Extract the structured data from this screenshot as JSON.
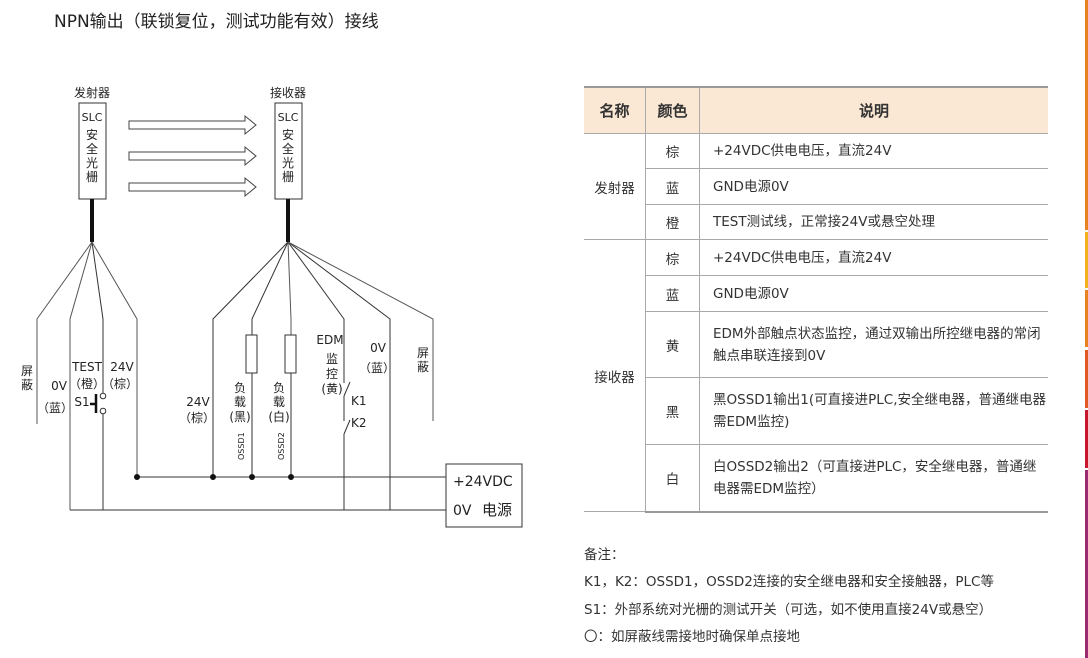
{
  "title": "NPN输出（联锁复位，测试功能有效）接线",
  "diagram": {
    "emitter_label": "发射器",
    "receiver_label": "接收器",
    "device_model": "SLC",
    "device_name": [
      "安",
      "全",
      "光",
      "栅"
    ],
    "emitter": {
      "shield": [
        "屏",
        "蔽"
      ],
      "zero_v": "0V",
      "zero_v_color": "（蓝）",
      "test": "TEST",
      "test_color": "（橙）",
      "switch": "S1",
      "v24": "24V",
      "v24_color": "（棕）"
    },
    "receiver": {
      "v24": "24V",
      "v24_color": "（棕）",
      "load1": [
        "负",
        "载",
        "(黑)"
      ],
      "load2": [
        "负",
        "载",
        "(白)"
      ],
      "ossd1": "OSSD1",
      "ossd2": "OSSD2",
      "edm": "EDM",
      "edm_monitor": [
        "监",
        "控",
        "(黄)"
      ],
      "k1": "K1",
      "k2": "K2",
      "zero_v": "0V",
      "zero_v_color": "（蓝）",
      "shield": [
        "屏",
        "蔽"
      ]
    },
    "power": {
      "plus": "+24VDC",
      "zero": "0V",
      "label": "电源"
    }
  },
  "table": {
    "headers": [
      "名称",
      "颜色",
      "说明"
    ],
    "groups": [
      {
        "name": "发射器",
        "rows": [
          {
            "color": "棕",
            "desc": "+24VDC供电电压，直流24V"
          },
          {
            "color": "蓝",
            "desc": "GND电源0V"
          },
          {
            "color": "橙",
            "desc": "TEST测试线，正常接24V或悬空处理"
          }
        ]
      },
      {
        "name": "接收器",
        "rows": [
          {
            "color": "棕",
            "desc": "+24VDC供电电压，直流24V"
          },
          {
            "color": "蓝",
            "desc": "GND电源0V"
          },
          {
            "color": "黄",
            "desc": "EDM外部触点状态监控，通过双输出所控继电器的常闭触点串联连接到0V"
          },
          {
            "color": "黑",
            "desc": "黑OSSD1输出1(可直接进PLC,安全继电器，普通继电器需EDM监控)"
          },
          {
            "color": "白",
            "desc": "白OSSD2输出2（可直接进PLC，安全继电器，普通继电器需EDM监控）"
          }
        ]
      }
    ]
  },
  "notes": {
    "heading": "备注：",
    "lines": [
      "K1，K2：OSSD1，OSSD2连接的安全继电器和安全接触器，PLC等",
      "S1：外部系统对光栅的测试开关（可选，如不使用直接24V或悬空）",
      "〇：如屏蔽线需接地时确保单点接地"
    ]
  },
  "colors": {
    "header_bg": "#fbe8d4",
    "edge_bar": [
      "#e8821e",
      "#f2b11c",
      "#e8821e",
      "#e05a23",
      "#c8172d",
      "#9c2a73"
    ]
  }
}
